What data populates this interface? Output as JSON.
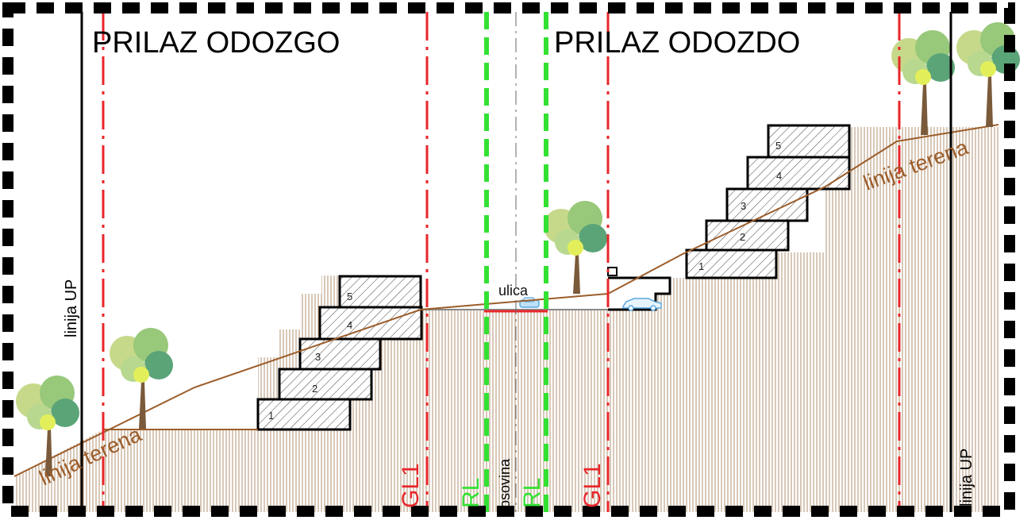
{
  "headings": {
    "left": "PRILAZ ODOZGO",
    "right": "PRILAZ ODOZDO"
  },
  "labels": {
    "upper_line_left": "linija UP",
    "upper_line_right": "linija UP",
    "terrain_left": "linija terena",
    "terrain_right": "linija terena",
    "building_line_left": "GL1",
    "building_line_right": "GL1",
    "regulation_line_left": "RL",
    "regulation_line_right": "RL",
    "axis": "osovina",
    "street": "ulica"
  },
  "left_building_floors": [
    "1",
    "2",
    "3",
    "4",
    "5"
  ],
  "right_building_floors": [
    "1",
    "2",
    "3",
    "4",
    "5"
  ],
  "colors": {
    "frame": "#000000",
    "building_line": "#e8262a",
    "regulation_line": "#33e133",
    "terrain": "#9c5d2a",
    "ground_hatch": "#b89a7e",
    "street_edge": "#e8262a",
    "car": "#5aa8e0"
  }
}
